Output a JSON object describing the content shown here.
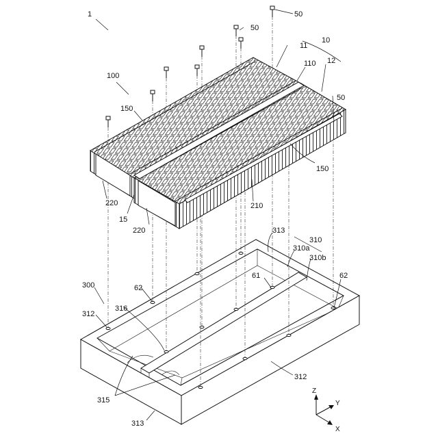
{
  "figure": {
    "labels": {
      "assembly": "1",
      "module_stack": "10",
      "stack_a": "11",
      "stack_b": "12",
      "gap": "15",
      "module": "100",
      "plate": "110",
      "side_plate_a": "150",
      "side_plate_b": "150",
      "bus_member": "210",
      "end_plate_a": "220",
      "end_plate_b": "220",
      "case": "300",
      "partition": "310",
      "partition_a": "310a",
      "partition_b": "310b",
      "wall_left": "312",
      "wall_right": "312",
      "wall_back": "313",
      "wall_front": "313",
      "bottom": "315",
      "groove": "316",
      "bolt_a": "50",
      "bolt_b": "50",
      "bolt_c": "50",
      "nut_mid": "61",
      "nut_left": "62",
      "nut_right": "62"
    },
    "axes": {
      "z": "Z",
      "y": "Y",
      "x": "X"
    }
  }
}
